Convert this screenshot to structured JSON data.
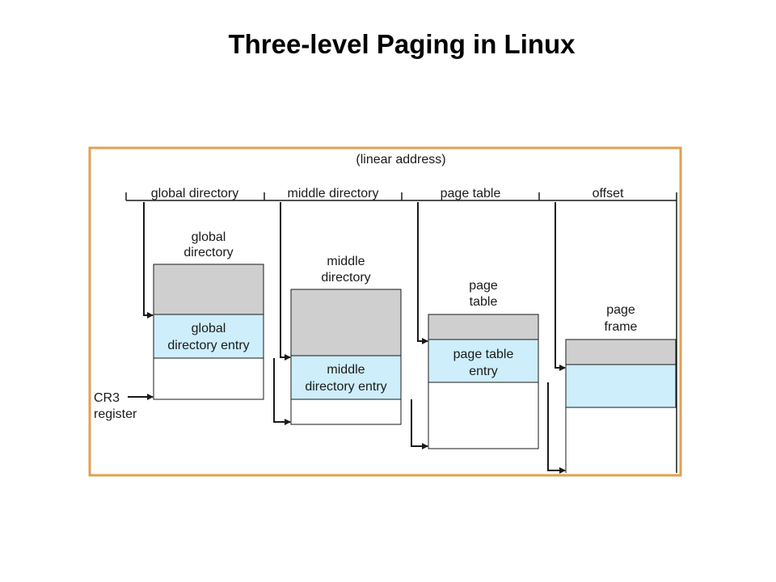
{
  "title": "Three-level Paging in Linux",
  "diagram": {
    "header": "(linear address)",
    "fields": [
      "global directory",
      "middle directory",
      "page table",
      "offset"
    ],
    "tables": {
      "global": {
        "title": [
          "global",
          "directory"
        ],
        "entry": [
          "global",
          "directory entry"
        ]
      },
      "middle": {
        "title": [
          "middle",
          "directory"
        ],
        "entry": [
          "middle",
          "directory entry"
        ]
      },
      "page": {
        "title": [
          "page",
          "table"
        ],
        "entry": [
          "page table",
          "entry"
        ]
      },
      "frame": {
        "title": [
          "page",
          "frame"
        ]
      }
    },
    "cr3": [
      "CR3",
      "register"
    ]
  },
  "colors": {
    "frame_border": "#e0a050",
    "entry_fill": "#cdeefa",
    "gray_fill": "#cfcfcf",
    "line": "#1a1a1a"
  }
}
